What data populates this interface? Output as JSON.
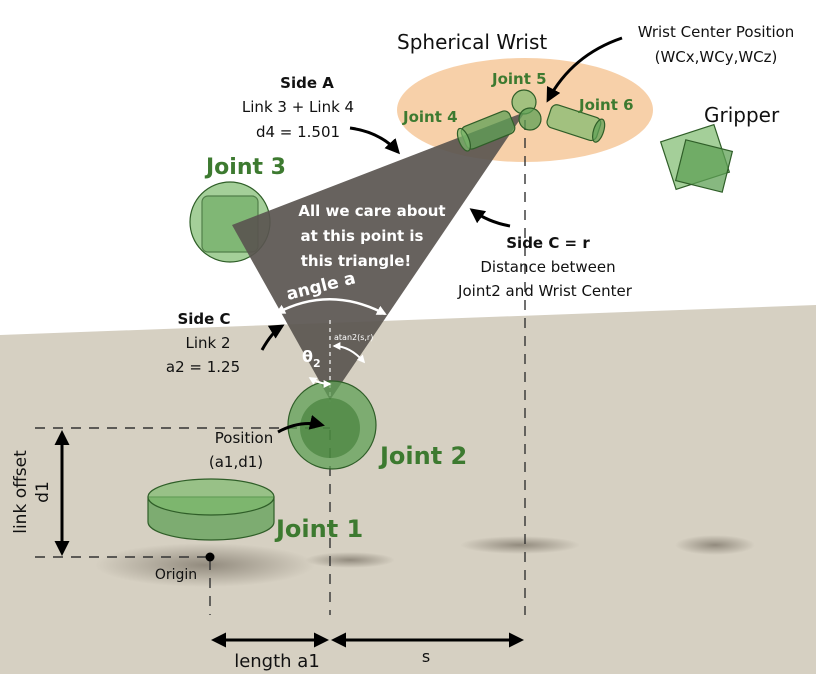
{
  "labels": {
    "spherical_wrist": "Spherical Wrist",
    "wrist_center_line1": "Wrist Center Position",
    "wrist_center_line2": "(WCx,WCy,WCz)",
    "gripper": "Gripper",
    "side_a_title": "Side A",
    "side_a_line1": "Link 3 + Link 4",
    "side_a_line2": "d4 = 1.501",
    "joint1": "Joint 1",
    "joint2": "Joint 2",
    "joint3": "Joint 3",
    "joint4": "Joint 4",
    "joint5": "Joint 5",
    "joint6": "Joint 6",
    "triangle_line1": "All we care about",
    "triangle_line2": "at this point is",
    "triangle_line3": "this triangle!",
    "side_c_r_title": "Side C = r",
    "side_c_r_line1": "Distance between",
    "side_c_r_line2": "Joint2 and Wrist Center",
    "angle_a": "angle a",
    "side_c_title": "Side C",
    "side_c_line1": "Link 2",
    "side_c_line2": "a2 = 1.25",
    "theta2": "θ",
    "theta2_sub": "2",
    "atan": "atan2(s,r)",
    "position_line1": "Position",
    "position_line2": "(a1,d1)",
    "link_offset": "link offset",
    "d1": "d1",
    "origin": "Origin",
    "length_a1": "length a1",
    "s": "s"
  },
  "colors": {
    "floor": "#d6d0c2",
    "triangle": "#5a5550",
    "joint_green": "#5fa055",
    "label_green": "#3d7a30",
    "wrist_ellipse": "#f6c89a"
  }
}
